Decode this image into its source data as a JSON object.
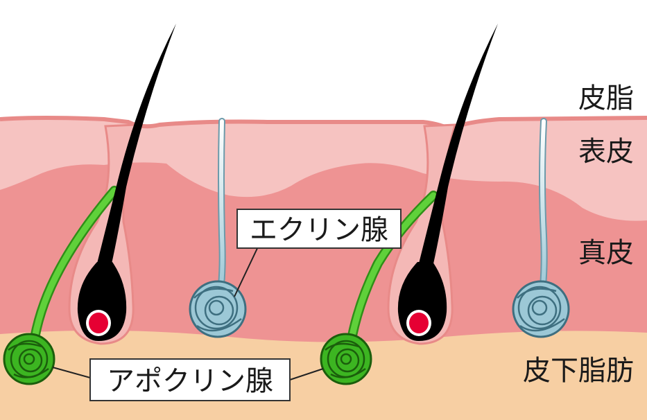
{
  "layers": {
    "sebum": "皮脂",
    "epidermis": "表皮",
    "dermis": "真皮",
    "subcutaneous_fat": "皮下脂肪"
  },
  "callouts": {
    "eccrine_gland": "エクリン腺",
    "apocrine_gland": "アポクリン腺"
  },
  "colors": {
    "epidermis_pink": "#f6c3c1",
    "dermis_pink": "#ee9393",
    "fat_peach": "#f7cfa3",
    "hair_black": "#000000",
    "papilla_red": "#e60033",
    "apocrine_green": "#3cb521",
    "eccrine_blue": "#9cc8d6"
  }
}
